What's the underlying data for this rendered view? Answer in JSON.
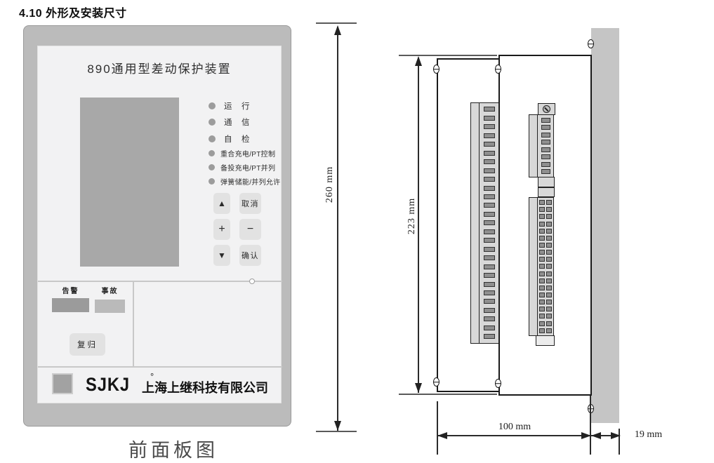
{
  "heading": "4.10 外形及安装尺寸",
  "captions": {
    "front_view": "前面板图"
  },
  "front_panel": {
    "title": "890通用型差动保护装置",
    "status_leds": [
      "运　行",
      "通　信",
      "自　检"
    ],
    "function_leds": [
      "重合充电/PT控制",
      "备投充电/PT并列",
      "弹簧储能/并列允许"
    ],
    "keypad": [
      [
        "▲",
        "取消"
      ],
      [
        "+",
        "−"
      ],
      [
        "▼",
        "确认"
      ]
    ],
    "alarm_label": "告警",
    "fault_label": "事故",
    "reset_label": "复归",
    "logo": {
      "brand": "SJKJ",
      "mark": "°",
      "company": "上海上继科技有限公司"
    }
  },
  "dimensions": {
    "front_height": "260 mm",
    "case_height": "223 mm",
    "case_depth": "100 mm",
    "panel_thickness": "19 mm"
  },
  "side_view": {
    "left_connector_pin_count": 27,
    "upper_connector_pin_count": 8,
    "lower_connector_pin_count": 19
  },
  "colors": {
    "bezel": "#bbbbbb",
    "panel_face": "#f2f2f3",
    "lcd": "#a8a8a8",
    "led": "#9c9c9c",
    "key": "#e2e2e2",
    "alarm_indicator": "#9b9b9b",
    "fault_indicator": "#bababa",
    "logo_square": "#a2a2a2",
    "mounting_panel": "#c5c5c5",
    "connector_body": "#d8d8d8",
    "connector_pin": "#8f8f8f",
    "dimension_line": "#2b2b2b"
  }
}
